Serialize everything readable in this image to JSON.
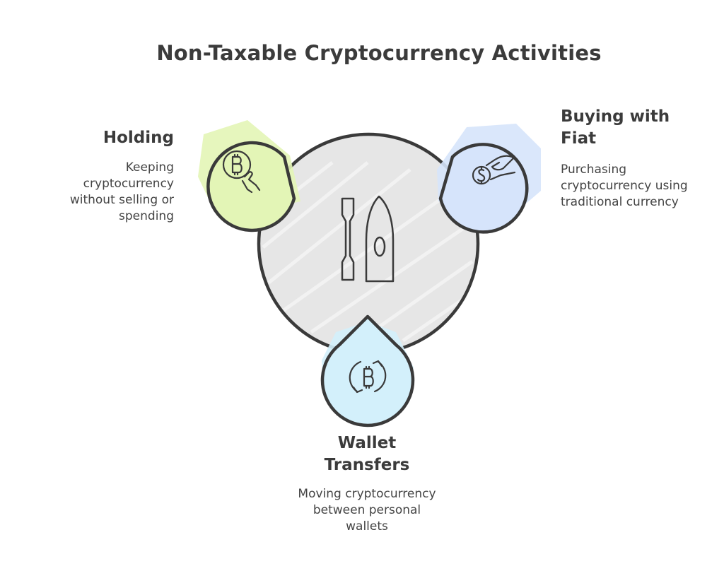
{
  "title": "Non-Taxable Cryptocurrency Activities",
  "center": {
    "icon": "paddle-and-kayak-icon"
  },
  "items": [
    {
      "heading": "Holding",
      "description": "Keeping cryptocurrency without selling or spending",
      "icon": "bitcoin-in-hand-icon",
      "color": "#e3f5b6"
    },
    {
      "heading": "Buying with\nFiat",
      "description": "Purchasing cryptocurrency using traditional currency",
      "icon": "hand-with-dollar-coin-icon",
      "color": "#d6e4fb"
    },
    {
      "heading": "Wallet\nTransfers",
      "description": "Moving cryptocurrency between personal wallets",
      "icon": "bitcoin-cycle-arrows-icon",
      "color": "#d3f0fb"
    }
  ],
  "colors": {
    "center_fill": "#e6e6e6",
    "stroke": "#3a3a3a"
  }
}
